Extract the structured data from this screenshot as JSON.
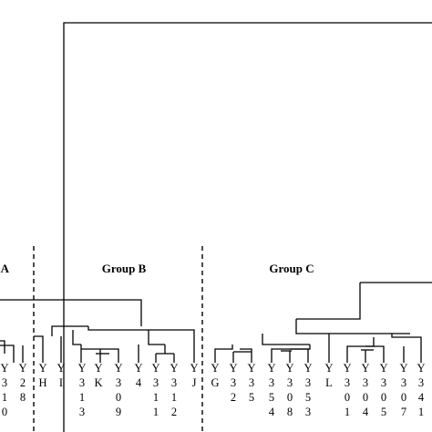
{
  "groups": [
    {
      "label": "A"
    },
    {
      "label": "Group B"
    },
    {
      "label": "Group C"
    }
  ],
  "leaves": [
    {
      "lines": [
        "Y",
        "3",
        "1",
        "0"
      ]
    },
    {
      "lines": [
        "Y",
        "2",
        "8",
        ""
      ]
    },
    {
      "lines": [
        "Y",
        "H",
        "",
        ""
      ]
    },
    {
      "lines": [
        "Y",
        "I",
        "",
        ""
      ]
    },
    {
      "lines": [
        "Y",
        "3",
        "1",
        "3"
      ]
    },
    {
      "lines": [
        "Y",
        "K",
        "",
        ""
      ]
    },
    {
      "lines": [
        "Y",
        "3",
        "0",
        "9"
      ]
    },
    {
      "lines": [
        "Y",
        "4",
        "",
        ""
      ]
    },
    {
      "lines": [
        "Y",
        "3",
        "1",
        "1"
      ]
    },
    {
      "lines": [
        "Y",
        "3",
        "1",
        "2"
      ]
    },
    {
      "lines": [
        "Y",
        "J",
        "",
        ""
      ]
    },
    {
      "lines": [
        "Y",
        "G",
        "",
        ""
      ]
    },
    {
      "lines": [
        "Y",
        "3",
        "2",
        ""
      ]
    },
    {
      "lines": [
        "Y",
        "3",
        "5",
        ""
      ]
    },
    {
      "lines": [
        "Y",
        "3",
        "5",
        "4"
      ]
    },
    {
      "lines": [
        "Y",
        "3",
        "0",
        "8"
      ]
    },
    {
      "lines": [
        "Y",
        "3",
        "5",
        "3"
      ]
    },
    {
      "lines": [
        "Y",
        "L",
        "",
        ""
      ]
    },
    {
      "lines": [
        "Y",
        "3",
        "0",
        "1"
      ]
    },
    {
      "lines": [
        "Y",
        "3",
        "0",
        "4"
      ]
    },
    {
      "lines": [
        "Y",
        "3",
        "0",
        "5"
      ]
    },
    {
      "lines": [
        "Y",
        "3",
        "0",
        "7"
      ]
    },
    {
      "lines": [
        "Y",
        "3",
        "4",
        "1"
      ]
    }
  ]
}
